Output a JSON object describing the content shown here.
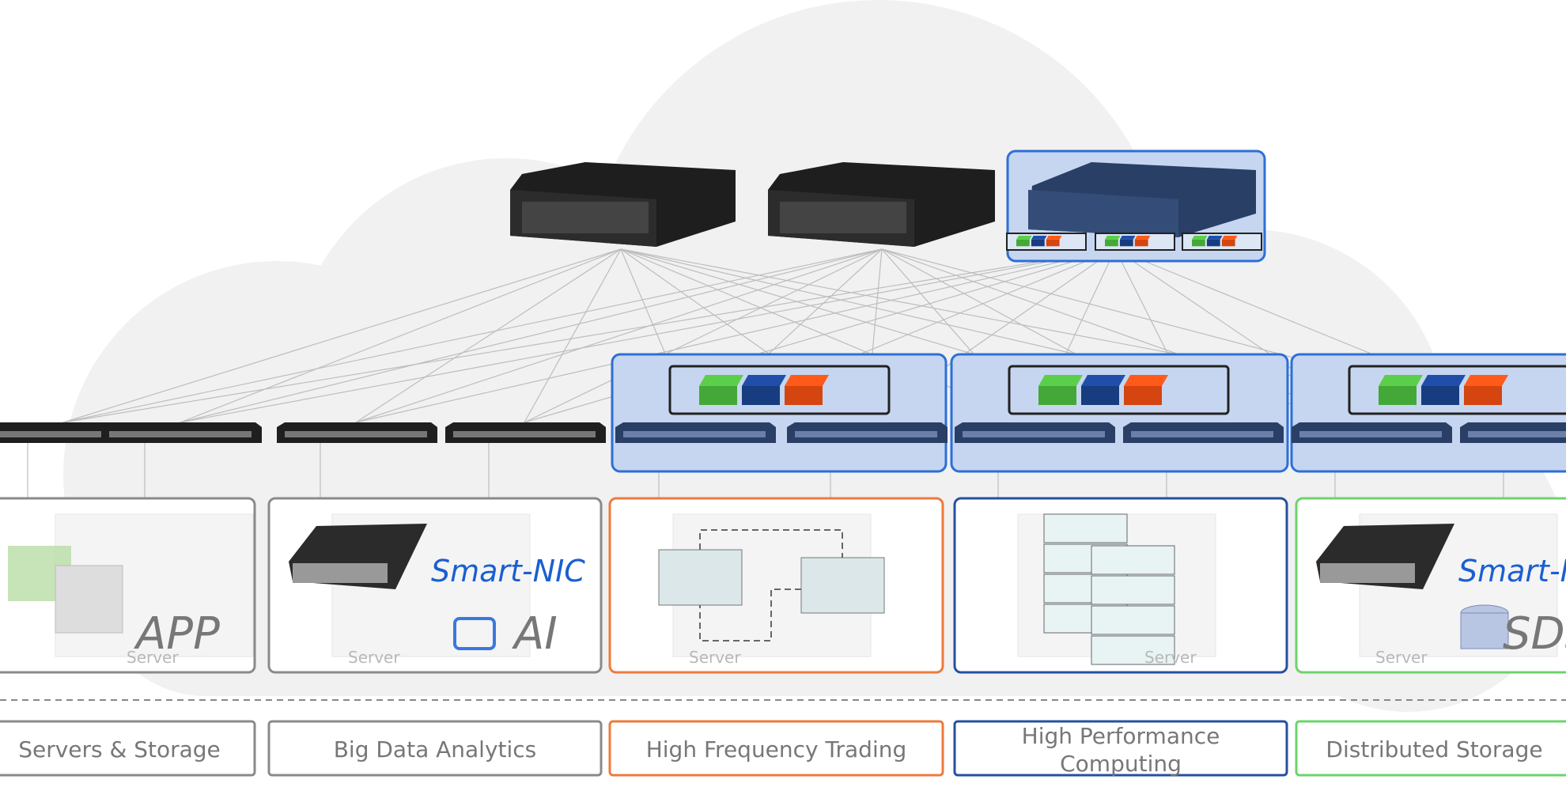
{
  "colors": {
    "orange": "#ee7a3c",
    "blue": "#2450a0",
    "green": "#6cd46c",
    "gray": "#8a8a8a",
    "highlight": "#c6d6f0",
    "accent_text": "#1a5fd0"
  },
  "servers": [
    {
      "server_label": "Server",
      "tag": "APP",
      "color": "#8a8a8a"
    },
    {
      "server_label": "Server",
      "nic_label": "Smart-NIC",
      "tag": "AI",
      "color": "#8a8a8a"
    },
    {
      "server_label": "Server",
      "color": "#ee7a3c"
    },
    {
      "server_label": "Server",
      "color": "#2450a0"
    },
    {
      "server_label": "Server",
      "nic_label": "Smart-NIC",
      "tag": "SDS",
      "color": "#6cd46c"
    }
  ],
  "categories": [
    {
      "label": "Servers & Storage",
      "color": "#8a8a8a"
    },
    {
      "label": "Big Data Analytics",
      "color": "#8a8a8a"
    },
    {
      "label": "High Frequency Trading",
      "color": "#ee7a3c"
    },
    {
      "label": "High Performance Computing",
      "line1": "High Performance",
      "line2": "Computing",
      "color": "#2450a0"
    },
    {
      "label": "Distributed Storage",
      "color": "#6cd46c"
    }
  ]
}
